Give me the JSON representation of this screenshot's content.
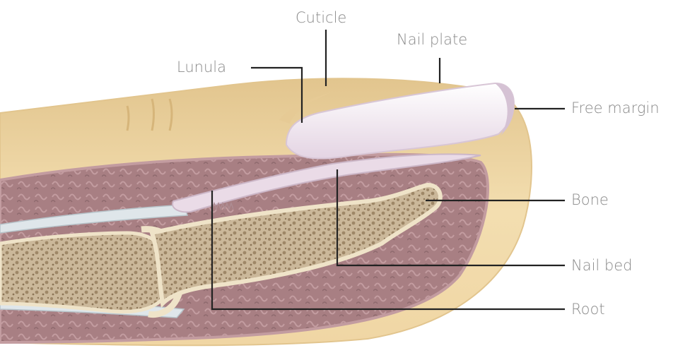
{
  "labels": {
    "cuticle": "Cuticle",
    "nail_plate": "Nail plate",
    "lunula": "Lunula",
    "free_margin": "Free margin",
    "bone": "Bone",
    "nail_bed": "Nail bed",
    "root": "Root"
  },
  "colors": {
    "skin": "#f3deb0",
    "skin_shadow": "#e2c58e",
    "flesh": "#a87f83",
    "flesh_light": "#c39ca0",
    "nail": "#f4ecf3",
    "nail_shadow": "#e4d4e3",
    "bone": "#cbb89a",
    "bone_dark": "#9e8767",
    "tendon": "#dfe6ea",
    "label_text": "#8a8a8a",
    "leader_line": "#222222"
  }
}
